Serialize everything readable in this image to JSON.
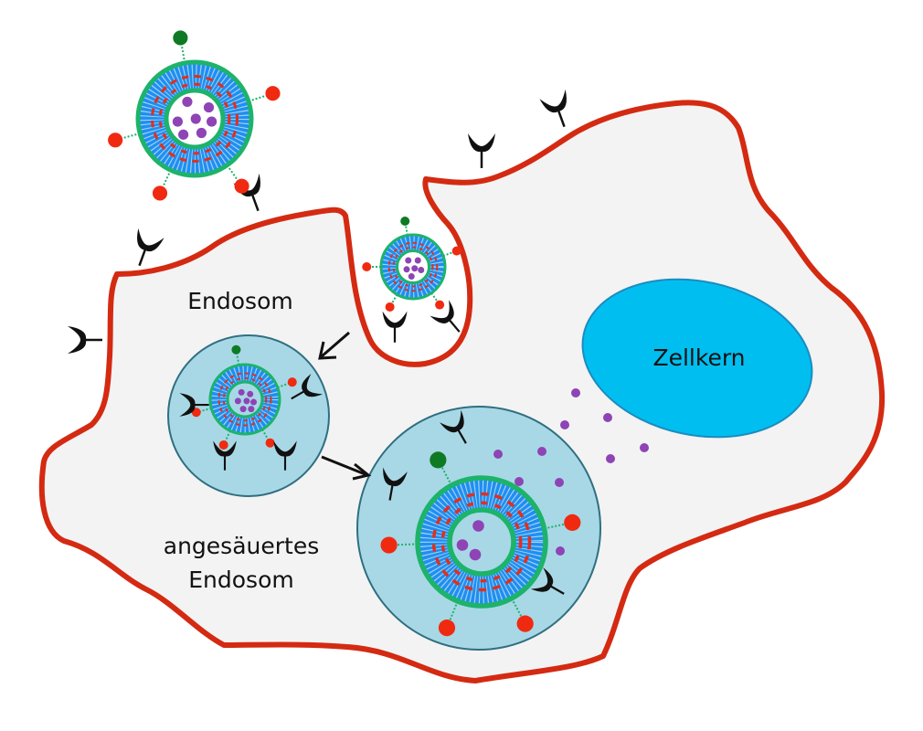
{
  "labels": {
    "endosome": "Endosom",
    "acidified_endosome_line1": "angesäuertes",
    "acidified_endosome_line2": "Endosom",
    "nucleus": "Zellkern"
  },
  "colors": {
    "membrane": "#d42a12",
    "cytoplasm": "#f3f3f3",
    "endosome_fill": "#a8d8e6",
    "endosome_stroke": "#2f6f80",
    "nucleus_fill": "#00bff0",
    "nucleus_stroke": "#1b8cc0",
    "lipid_outer": "#1db36a",
    "lipid_tail": "#1f8ff0",
    "lipid_red": "#e0301e",
    "cargo": "#8e44b5",
    "ligand_red": "#f02a10",
    "ligand_green": "#0e7a24",
    "receptor": "#111111"
  }
}
